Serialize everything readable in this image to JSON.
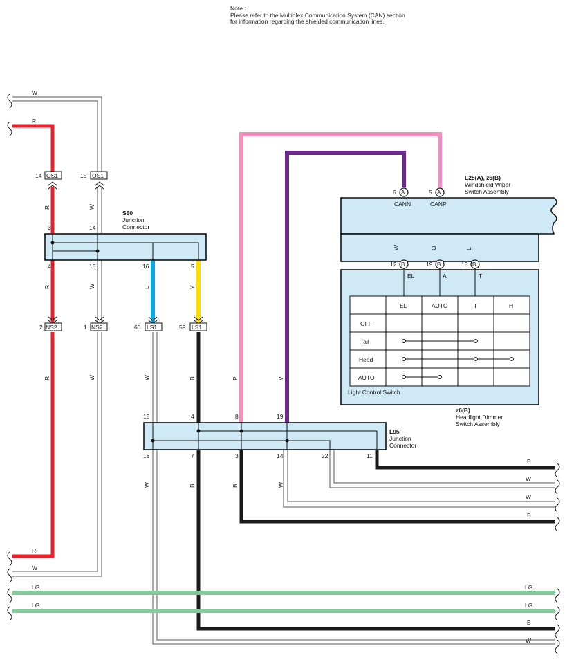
{
  "note": {
    "title": "Note :",
    "line1": "Please refer to the Multiplex Communication System (CAN) section",
    "line2": "for information regarding the shielded communication lines."
  },
  "colors": {
    "R": "#e8212b",
    "P": "#f08fbd",
    "V": "#6b2a8c",
    "B": "#1a1a1a",
    "L": "#0aa8e6",
    "Y": "#ffde00",
    "O": "#f28c1c",
    "LG": "#86c99b",
    "W": "#888888",
    "connector_fill": "#cfe9f7"
  },
  "s60": {
    "name": "S60",
    "desc1": "Junction",
    "desc2": "Connector",
    "pins_top": [
      "3",
      "14"
    ],
    "pins_bottom": [
      "4",
      "15",
      "16",
      "5"
    ]
  },
  "l95": {
    "name": "L95",
    "desc1": "Junction",
    "desc2": "Connector",
    "pins_top": [
      "15",
      "4",
      "8",
      "19"
    ],
    "pins_bottom": [
      "18",
      "7",
      "3",
      "14",
      "22",
      "11"
    ]
  },
  "wiper": {
    "name": "L25(A), z6(B)",
    "desc1": "Windshield Wiper",
    "desc2": "Switch Assembly",
    "pins": [
      "6",
      "5"
    ],
    "pin_labels": [
      "CANN",
      "CANP"
    ],
    "conn": "A"
  },
  "dimmer": {
    "name": "z6(B)",
    "desc1": "Headlight Dimmer",
    "desc2": "Switch Assembly",
    "pins": [
      "12",
      "19",
      "18"
    ],
    "conn": "B",
    "wire_labels": [
      "W",
      "O",
      "L"
    ],
    "term_labels": [
      "EL",
      "A",
      "T"
    ]
  },
  "light_switch": {
    "caption": "Light Control Switch",
    "columns": [
      "EL",
      "AUTO",
      "T",
      "H"
    ],
    "rows": [
      "OFF",
      "Tail",
      "Head",
      "AUTO"
    ]
  },
  "inline": {
    "os1": [
      {
        "pin": "14",
        "code": "OS1"
      },
      {
        "pin": "15",
        "code": "OS1"
      }
    ],
    "ns2": [
      {
        "pin": "2",
        "code": "NS2"
      },
      {
        "pin": "1",
        "code": "NS2"
      }
    ],
    "ls1": [
      {
        "pin": "60",
        "code": "LS1"
      },
      {
        "pin": "59",
        "code": "LS1"
      }
    ]
  },
  "wire_codes": {
    "w": "W",
    "r": "R",
    "l": "L",
    "y": "Y",
    "b": "B",
    "p": "P",
    "v": "V",
    "lg": "LG",
    "o": "O"
  }
}
